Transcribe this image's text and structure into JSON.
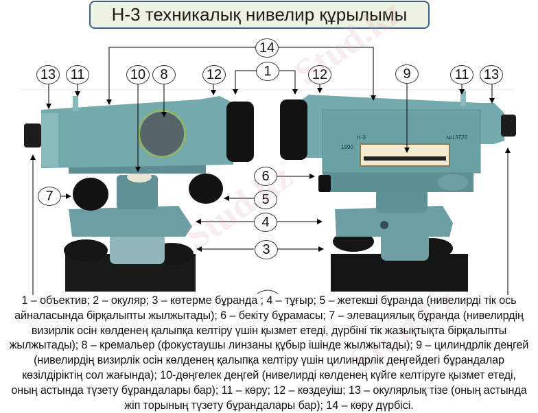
{
  "title": "Н-3 техникалық нивелир құрылымы",
  "callouts": {
    "left": [
      {
        "num": "13"
      },
      {
        "num": "11"
      },
      {
        "num": "10"
      },
      {
        "num": "8"
      },
      {
        "num": "12"
      },
      {
        "num": "7"
      }
    ],
    "center": [
      {
        "num": "14"
      },
      {
        "num": "1"
      },
      {
        "num": "6"
      },
      {
        "num": "5"
      },
      {
        "num": "4"
      },
      {
        "num": "3"
      }
    ],
    "right": [
      {
        "num": "12"
      },
      {
        "num": "9"
      },
      {
        "num": "11"
      },
      {
        "num": "13"
      }
    ]
  },
  "instrument": {
    "model_label": "Н-3",
    "year_label": "1990",
    "serial_label": "№13725"
  },
  "watermark": "Stud.kz",
  "description": {
    "lines": [
      "1 – объектив; 2 – окуляр; 3 – көтерме бұранда ; 4 – тұғыр; 5 – жетекші бұранда (нивелирді тік ось",
      "айналасында бірқалыпты жылжытады); 6 – бекіту бұрамасы; 7 – элевациялық бұранда (нивелирдің",
      "визирлік осін көлденең қалыпқа келтіру үшін қызмет етеді, дүрбіні тік жазықтықта бірқалыпты",
      "жылжытады); 8 – кремальер (фокустаушы линзаны құбыр ішінде жылжытады); 9 – цилиндрлік деңгей",
      "(нивелирдің визирлік осін көлденең қалыпқа келтіру үшін цилиндрлік деңгейдегі бұрандалар",
      "көзілдіріктің сол жағында); 10-дөңгелек деңгей (нивелирді көлденең күйге келтіруге қызмет етеді,",
      "оның астында түзету бұрандалары бар); 11 – көру; 12 – көздеуіш; 13 – окулярлық тізе (оның астында",
      "жіп торының түзету бұрандалары бар); 14 – көру дүрбісі."
    ]
  },
  "colors": {
    "title_bg": "#eef3e1",
    "title_border": "#3f5f8a",
    "instrument_body": "#6fa6a8",
    "instrument_dark": "#2f4f55",
    "knob": "#111111"
  }
}
